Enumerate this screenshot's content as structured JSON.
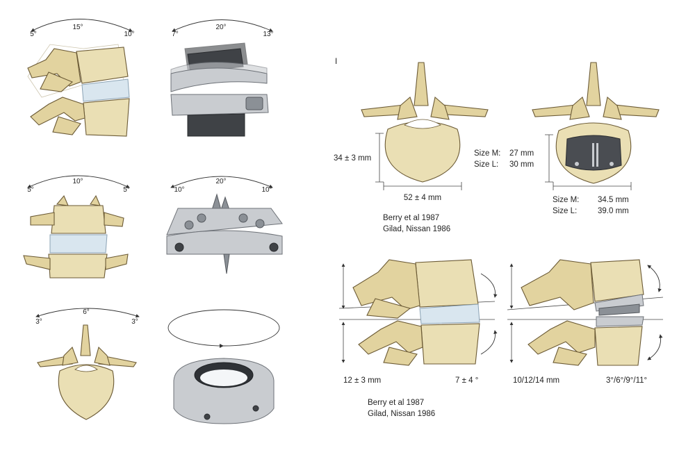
{
  "left_panels": {
    "lateral": {
      "total": "15°",
      "left": "5°",
      "right": "10°"
    },
    "lateral_implant": {
      "total": "20°",
      "left": "7°",
      "right": "13°"
    },
    "frontal": {
      "total": "10°",
      "left": "5°",
      "right": "5°"
    },
    "frontal_implant": {
      "total": "20°",
      "left": "10°",
      "right": "10°"
    },
    "axial": {
      "total": "6°",
      "left": "3°",
      "right": "3°"
    }
  },
  "marker": "I",
  "axial_dims": {
    "height": "34 ± 3 mm",
    "width": "52 ± 4 mm",
    "size_m_label": "Size M:",
    "size_m_value": "27 mm",
    "size_l_label": "Size L:",
    "size_l_value": "30 mm",
    "implant_size_m_label": "Size M:",
    "implant_size_m_value": "34.5 mm",
    "implant_size_l_label": "Size L:",
    "implant_size_l_value": "39.0 mm"
  },
  "refs_top": {
    "line1": "Berry et al 1987",
    "line2": "Gilad, Nissan 1986"
  },
  "lateral_dims": {
    "height": "12 ± 3 mm",
    "angle": "7 ± 4 °",
    "implant_height": "10/12/14 mm",
    "implant_angle": "3°/6°/9°/11°"
  },
  "refs_bottom": {
    "line1": "Berry et al 1987",
    "line2": "Gilad, Nissan 1986"
  }
}
